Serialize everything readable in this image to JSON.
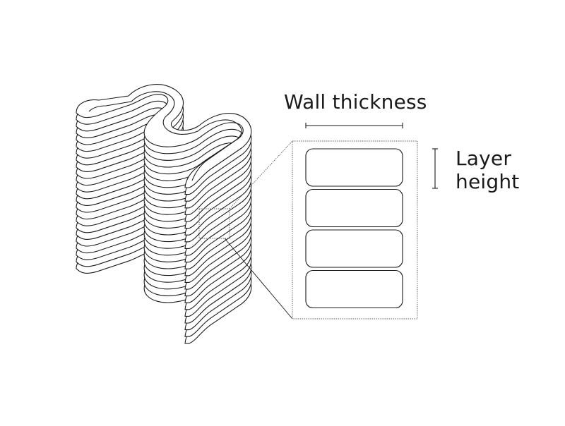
{
  "labels": {
    "wall_thickness": "Wall thickness",
    "layer_height_line1": "Layer",
    "layer_height_line2": "height"
  },
  "colors": {
    "stroke": "#1a1a1a",
    "background": "#ffffff",
    "dotted": "#555555"
  },
  "diagram": {
    "stack_layer_count": 24,
    "detail_layer_count": 4,
    "icons": [
      "3d-printed-serpentine-wall",
      "layer-cross-section-detail"
    ]
  }
}
